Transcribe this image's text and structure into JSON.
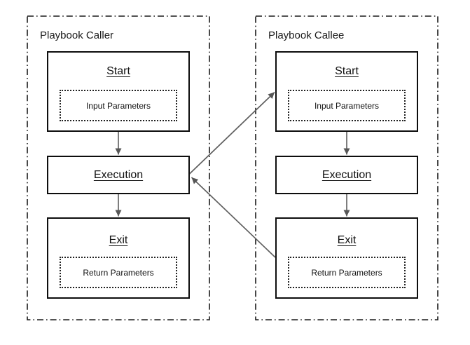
{
  "caller": {
    "title": "Playbook Caller",
    "start": {
      "title": "Start",
      "param": "Input Parameters"
    },
    "execution": {
      "title": "Execution"
    },
    "exit": {
      "title": "Exit",
      "param": "Return Parameters"
    }
  },
  "callee": {
    "title": "Playbook Callee",
    "start": {
      "title": "Start",
      "param": "Input Parameters"
    },
    "execution": {
      "title": "Execution"
    },
    "exit": {
      "title": "Exit",
      "param": "Return Parameters"
    }
  },
  "edges": [
    {
      "from": "caller-start",
      "to": "caller-execution"
    },
    {
      "from": "caller-execution",
      "to": "caller-exit"
    },
    {
      "from": "callee-start",
      "to": "callee-execution"
    },
    {
      "from": "callee-execution",
      "to": "callee-exit"
    },
    {
      "from": "caller-execution",
      "to": "callee-start"
    },
    {
      "from": "callee-exit",
      "to": "caller-execution"
    }
  ],
  "colors": {
    "background": "#ffffff",
    "box_border": "#0d0d0d",
    "container_border": "#1a1a1a",
    "arrow": "#5e5e5e",
    "text": "#111111"
  }
}
